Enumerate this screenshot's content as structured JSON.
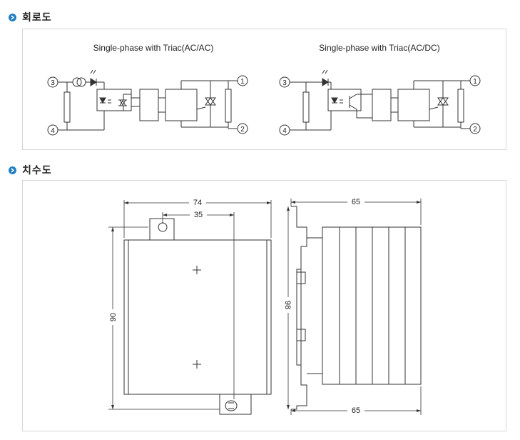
{
  "sections": {
    "circuit": {
      "title": "회로도",
      "diagram_left_title": "Single-phase with Triac(AC/AC)",
      "diagram_right_title": "Single-phase with Triac(AC/DC)",
      "terminals": [
        "1",
        "2",
        "3",
        "4"
      ]
    },
    "dimensions": {
      "title": "치수도",
      "front_width": "74",
      "hole_spacing": "35",
      "front_height": "90",
      "side_width_top": "65",
      "side_width_bottom": "65",
      "side_height": "98"
    }
  },
  "colors": {
    "accent": "#1f7fc4",
    "line": "#333333",
    "border": "#d6d6d6"
  }
}
